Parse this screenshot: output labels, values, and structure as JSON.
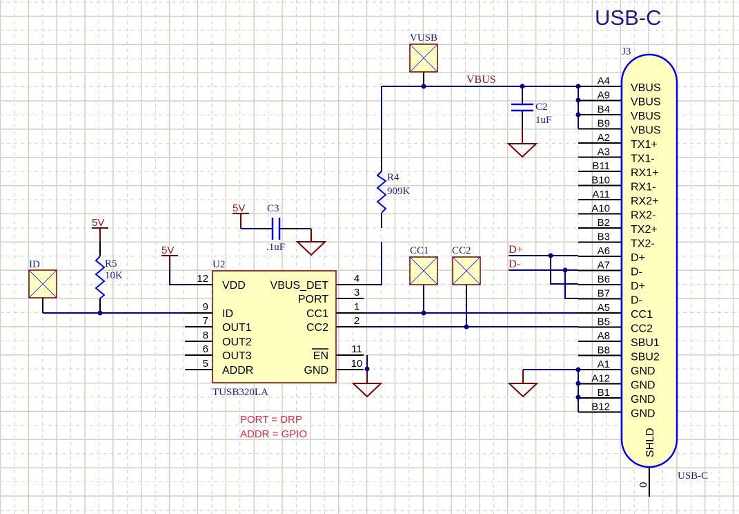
{
  "sheet": {
    "title": "USB-C",
    "notes": [
      "PORT = DRP",
      "ADDR = GPIO"
    ],
    "colors": {
      "wire": "#00008b",
      "power": "#800000",
      "component_fill": "#ffffc0",
      "connector_outline": "#0000ff",
      "designator_text": "#1a1a8c",
      "net_label_text": "#8b1a1a",
      "note_text": "#e8263c",
      "grid": "#d0d0c4"
    }
  },
  "components": {
    "u2": {
      "designator": "U2",
      "part": "TUSB320LA",
      "left_pins": [
        {
          "num": "12",
          "name": "VDD"
        },
        {
          "num": "9",
          "name": "ID"
        },
        {
          "num": "7",
          "name": "OUT1"
        },
        {
          "num": "8",
          "name": "OUT2"
        },
        {
          "num": "6",
          "name": "OUT3"
        },
        {
          "num": "5",
          "name": "ADDR"
        }
      ],
      "right_pins": [
        {
          "num": "4",
          "name": "VBUS_DET"
        },
        {
          "num": "3",
          "name": "PORT"
        },
        {
          "num": "1",
          "name": "CC1"
        },
        {
          "num": "2",
          "name": "CC2"
        },
        {
          "num": "11",
          "name": "EN",
          "overline": true
        },
        {
          "num": "10",
          "name": "GND"
        }
      ]
    },
    "j3": {
      "designator": "J3",
      "part": "USB-C",
      "pins": [
        {
          "num": "A4",
          "name": "VBUS"
        },
        {
          "num": "A9",
          "name": "VBUS"
        },
        {
          "num": "B4",
          "name": "VBUS"
        },
        {
          "num": "B9",
          "name": "VBUS"
        },
        {
          "num": "A2",
          "name": "TX1+"
        },
        {
          "num": "A3",
          "name": "TX1-"
        },
        {
          "num": "B11",
          "name": "RX1+"
        },
        {
          "num": "B10",
          "name": "RX1-"
        },
        {
          "num": "A11",
          "name": "RX2+"
        },
        {
          "num": "A10",
          "name": "RX2-"
        },
        {
          "num": "B2",
          "name": "TX2+"
        },
        {
          "num": "B3",
          "name": "TX2-"
        },
        {
          "num": "A6",
          "name": "D+"
        },
        {
          "num": "A7",
          "name": "D-"
        },
        {
          "num": "B6",
          "name": "D+"
        },
        {
          "num": "B7",
          "name": "D-"
        },
        {
          "num": "A5",
          "name": "CC1"
        },
        {
          "num": "B5",
          "name": "CC2"
        },
        {
          "num": "A8",
          "name": "SBU1"
        },
        {
          "num": "B8",
          "name": "SBU2"
        },
        {
          "num": "A1",
          "name": "GND"
        },
        {
          "num": "A12",
          "name": "GND"
        },
        {
          "num": "B1",
          "name": "GND"
        },
        {
          "num": "B12",
          "name": "GND"
        }
      ],
      "shield": {
        "num": "0",
        "name": "SHLD"
      }
    },
    "r4": {
      "designator": "R4",
      "value": "909K"
    },
    "r5": {
      "designator": "R5",
      "value": "10K"
    },
    "c2": {
      "designator": "C2",
      "value": "1uF"
    },
    "c3": {
      "designator": "C3",
      "value": ".1uF"
    }
  },
  "ports": {
    "id": "ID",
    "vusb": "VUSB",
    "cc1": "CC1",
    "cc2": "CC2"
  },
  "net_labels": {
    "vbus": "VBUS",
    "dplus": "D+",
    "dminus": "D-"
  },
  "power": {
    "r5_supply": "5V",
    "u2_supply": "5V",
    "c3_supply": "5V"
  }
}
